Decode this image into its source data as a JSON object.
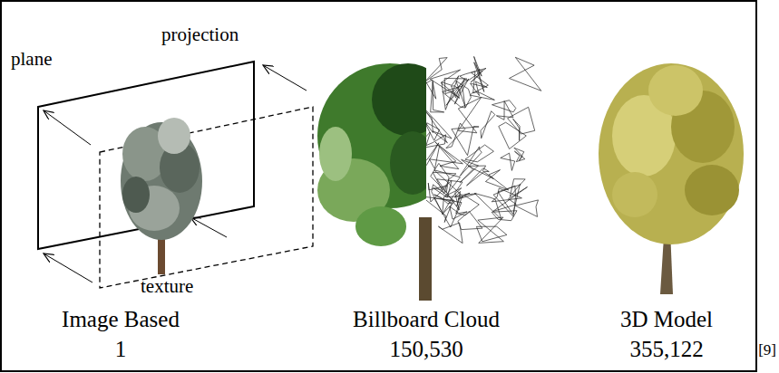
{
  "diagram": {
    "labels": [
      "plane",
      "projection",
      "texture",
      "Image Based",
      "1",
      "Billboard Cloud",
      "150,530",
      "3D Model",
      "355,122",
      "[9]"
    ]
  }
}
